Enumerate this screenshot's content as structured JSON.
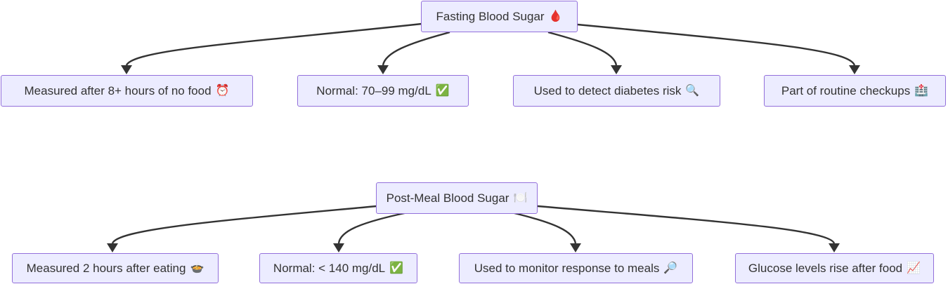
{
  "graphs": [
    {
      "root": {
        "label": "Fasting Blood Sugar",
        "icon": "🩸"
      },
      "children": [
        {
          "label": "Measured after 8+ hours of no food",
          "icon": "⏰"
        },
        {
          "label": "Normal: 70–99 mg/dL",
          "icon": "✅"
        },
        {
          "label": "Used to detect diabetes risk",
          "icon": "🔍"
        },
        {
          "label": "Part of routine checkups",
          "icon": "🏥"
        }
      ]
    },
    {
      "root": {
        "label": "Post-Meal Blood Sugar",
        "icon": "🍽️"
      },
      "children": [
        {
          "label": "Measured 2 hours after eating",
          "icon": "🍲"
        },
        {
          "label": "Normal: < 140 mg/dL",
          "icon": "✅"
        },
        {
          "label": "Used to monitor response to meals",
          "icon": "🔎"
        },
        {
          "label": "Glucose levels rise after food",
          "icon": "📈"
        }
      ]
    }
  ],
  "colors": {
    "node_fill": "#ECECFF",
    "node_border": "#9370DB",
    "edge": "#333333",
    "text": "#333333"
  }
}
